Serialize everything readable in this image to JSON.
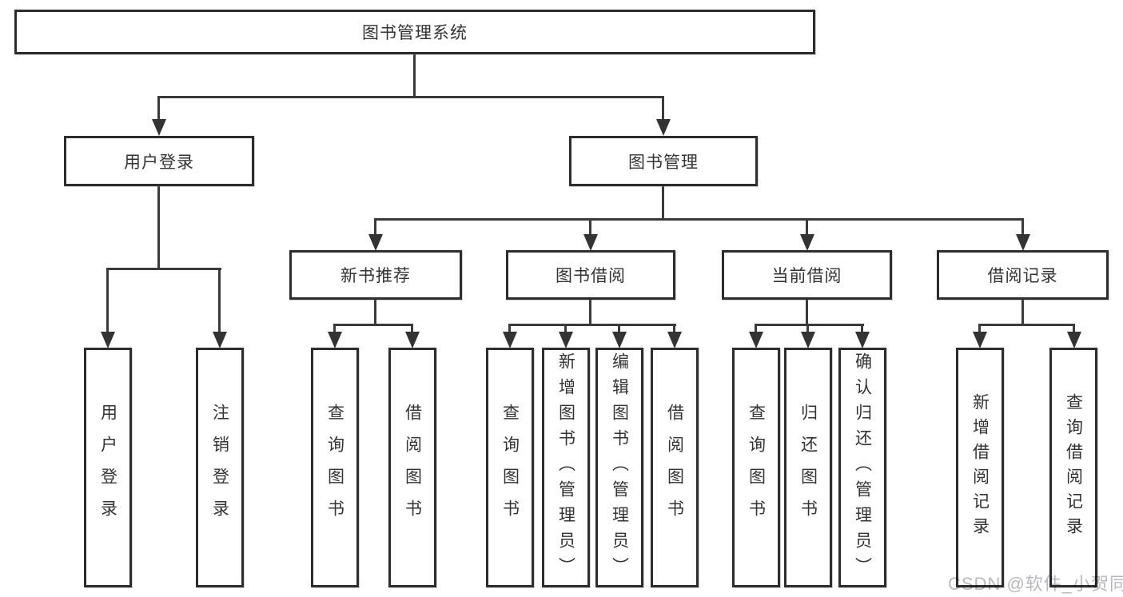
{
  "diagram_title": "图书管理系统",
  "watermark": "CSDN @软件_小贺同学",
  "colors": {
    "background": "#ffffff",
    "box_border": "#2d2d2d",
    "line": "#3a3a3a",
    "text": "#333333",
    "watermark": "#b9b9bd"
  },
  "tree": {
    "label": "图书管理系统",
    "children": [
      {
        "label": "用户登录",
        "children": [
          {
            "label": "用户登录"
          },
          {
            "label": "注销登录"
          }
        ]
      },
      {
        "label": "图书管理",
        "children": [
          {
            "label": "新书推荐",
            "children": [
              {
                "label": "查询图书"
              },
              {
                "label": "借阅图书"
              }
            ]
          },
          {
            "label": "图书借阅",
            "children": [
              {
                "label": "查询图书"
              },
              {
                "label": "新增图书（管理员）"
              },
              {
                "label": "编辑图书（管理员）"
              },
              {
                "label": "借阅图书"
              }
            ]
          },
          {
            "label": "当前借阅",
            "children": [
              {
                "label": "查询图书"
              },
              {
                "label": "归还图书"
              },
              {
                "label": "确认归还（管理员）"
              }
            ]
          },
          {
            "label": "借阅记录",
            "children": [
              {
                "label": "新增借阅记录"
              },
              {
                "label": "查询借阅记录"
              }
            ]
          }
        ]
      }
    ]
  }
}
